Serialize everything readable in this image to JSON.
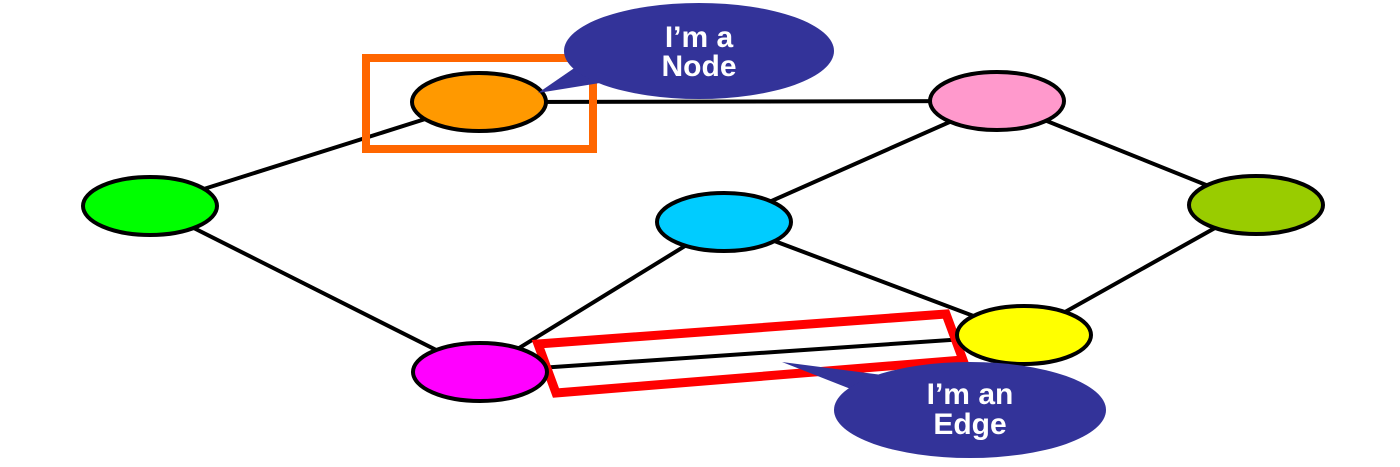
{
  "diagram": {
    "nodes": [
      {
        "id": "orange",
        "color": "#FF9900"
      },
      {
        "id": "pink",
        "color": "#FF99CC"
      },
      {
        "id": "green",
        "color": "#00FF00"
      },
      {
        "id": "cyan",
        "color": "#00CCFF"
      },
      {
        "id": "olive-green",
        "color": "#99CC00"
      },
      {
        "id": "magenta",
        "color": "#FF00FF"
      },
      {
        "id": "yellow",
        "color": "#FFFF00"
      }
    ],
    "edges": [
      [
        "orange",
        "pink"
      ],
      [
        "orange",
        "green"
      ],
      [
        "green",
        "magenta"
      ],
      [
        "pink",
        "cyan"
      ],
      [
        "pink",
        "olive-green"
      ],
      [
        "cyan",
        "magenta"
      ],
      [
        "cyan",
        "yellow"
      ],
      [
        "olive-green",
        "yellow"
      ],
      [
        "magenta",
        "yellow"
      ]
    ],
    "callouts": {
      "node": {
        "line1": "I’m a",
        "line2": "Node",
        "color": "#333399"
      },
      "edge": {
        "line1": "I’m an",
        "line2": "Edge",
        "color": "#333399"
      }
    },
    "highlights": {
      "node_box_color": "#FF6600",
      "edge_box_color": "#FF0000"
    }
  }
}
